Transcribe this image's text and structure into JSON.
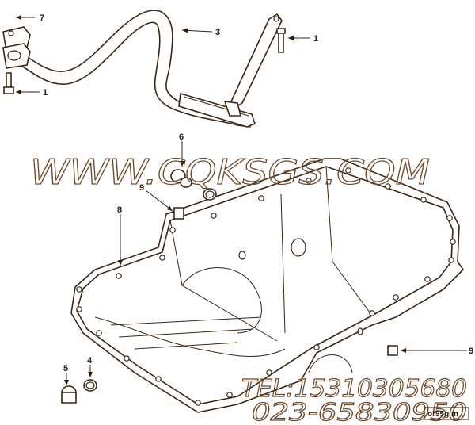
{
  "callouts": {
    "c7": "7",
    "c3": "3",
    "c1a": "1",
    "c1b": "1",
    "c6": "6",
    "c9a": "9",
    "c8": "8",
    "c9b": "9",
    "c5": "5",
    "c4": "4"
  },
  "watermark": {
    "site": "WWW.CQKSGS.COM",
    "tel": "TEL:15310305680",
    "phone": "023-65830950"
  },
  "figure_code": "or95g m",
  "colors": {
    "line": "#3a2614",
    "watermark": "#6b4a2a",
    "background": "#ffffff"
  }
}
